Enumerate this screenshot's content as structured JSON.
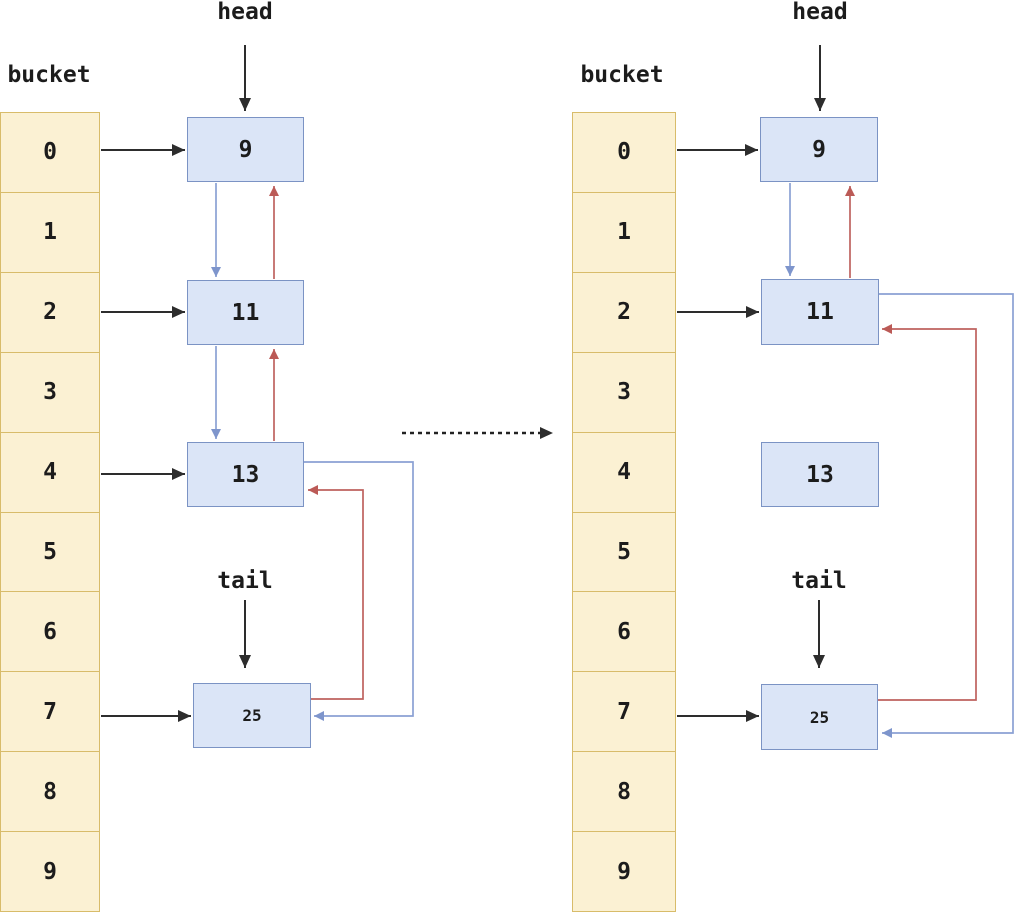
{
  "labels": {
    "bucket": "bucket",
    "head": "head",
    "tail": "tail"
  },
  "bucket_cells": [
    "0",
    "1",
    "2",
    "3",
    "4",
    "5",
    "6",
    "7",
    "8",
    "9"
  ],
  "left_diagram": {
    "title_hint": "before removal",
    "nodes": [
      {
        "value": "9"
      },
      {
        "value": "11"
      },
      {
        "value": "13"
      },
      {
        "value": "25"
      }
    ],
    "edges": [
      {
        "from": "bucket-0",
        "to": "9",
        "type": "bucket-link"
      },
      {
        "from": "bucket-2",
        "to": "11",
        "type": "bucket-link"
      },
      {
        "from": "bucket-4",
        "to": "13",
        "type": "bucket-link"
      },
      {
        "from": "bucket-7",
        "to": "25",
        "type": "bucket-link"
      },
      {
        "from": "head",
        "to": "9",
        "type": "pointer"
      },
      {
        "from": "tail",
        "to": "25",
        "type": "pointer"
      },
      {
        "from": "9",
        "to": "11",
        "type": "next"
      },
      {
        "from": "11",
        "to": "13",
        "type": "next"
      },
      {
        "from": "13",
        "to": "25",
        "type": "next"
      },
      {
        "from": "11",
        "to": "9",
        "type": "prev"
      },
      {
        "from": "13",
        "to": "11",
        "type": "prev"
      },
      {
        "from": "25",
        "to": "13",
        "type": "prev"
      }
    ]
  },
  "right_diagram": {
    "title_hint": "after unlinking node 13",
    "nodes": [
      {
        "value": "9"
      },
      {
        "value": "11"
      },
      {
        "value": "13"
      },
      {
        "value": "25"
      }
    ],
    "edges": [
      {
        "from": "bucket-0",
        "to": "9",
        "type": "bucket-link"
      },
      {
        "from": "bucket-2",
        "to": "11",
        "type": "bucket-link"
      },
      {
        "from": "bucket-7",
        "to": "25",
        "type": "bucket-link"
      },
      {
        "from": "head",
        "to": "9",
        "type": "pointer"
      },
      {
        "from": "tail",
        "to": "25",
        "type": "pointer"
      },
      {
        "from": "9",
        "to": "11",
        "type": "next"
      },
      {
        "from": "11",
        "to": "25",
        "type": "next"
      },
      {
        "from": "11",
        "to": "9",
        "type": "prev"
      },
      {
        "from": "25",
        "to": "11",
        "type": "prev"
      }
    ]
  },
  "transition": {
    "type": "dashed-arrow",
    "direction": "right"
  },
  "colors": {
    "bucket_fill": "#FBF1D3",
    "bucket_border": "#D8BC6A",
    "node_fill": "#DBE5F7",
    "node_border": "#7B93C4",
    "next_arrow_blue": "#8BA1D4",
    "prev_arrow_red": "#BE625F",
    "black_arrow": "#2D2D2D",
    "background": "#FFFFFF"
  }
}
